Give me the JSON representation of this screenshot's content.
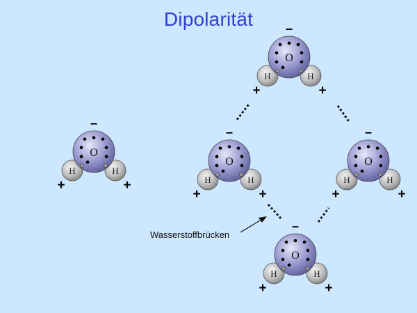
{
  "title": "Dipolarität",
  "labels": {
    "oxygen": "O",
    "hydrogen": "H",
    "negative_charge": "–",
    "positive_charge": "+",
    "hydrogen_bond": "Wasserstoffbrücken"
  },
  "colors": {
    "background": "#cce7ff",
    "title": "#2f3fcf",
    "oxygen_fill": "#8f8fc6",
    "hydrogen_fill": "#b9b9b9"
  },
  "molecules": [
    {
      "name": "water-molecule-single"
    },
    {
      "name": "water-molecule-top"
    },
    {
      "name": "water-molecule-left"
    },
    {
      "name": "water-molecule-right"
    },
    {
      "name": "water-molecule-bottom"
    }
  ]
}
